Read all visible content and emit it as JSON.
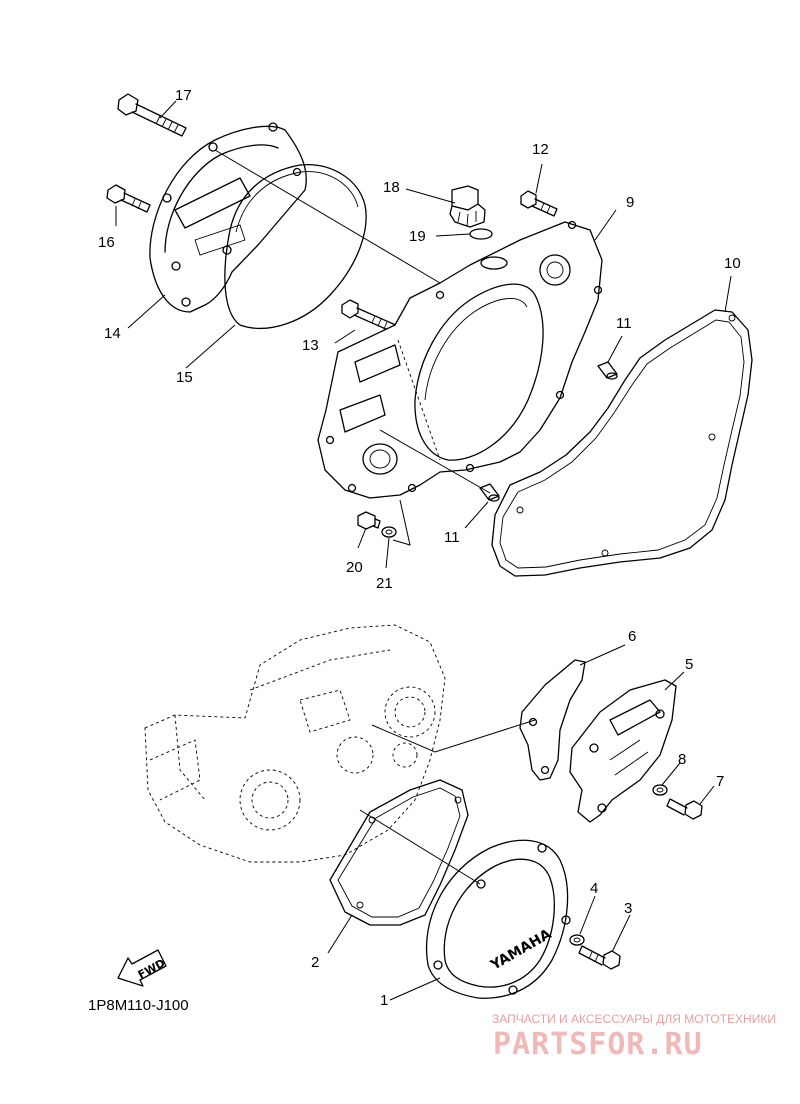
{
  "diagram_code": "1P8M110-J100",
  "brand_text": "YAMAHA",
  "fwd_label": "FWD",
  "watermark": {
    "tagline": "ЗАПЧАСТИ И АКСЕССУАРЫ ДЛЯ МОТОТЕХНИКИ",
    "site": "PARTSFOR.RU",
    "color": "#f2b8b8"
  },
  "callouts": {
    "c1": "1",
    "c2": "2",
    "c3": "3",
    "c4": "4",
    "c5": "5",
    "c6": "6",
    "c7": "7",
    "c8": "8",
    "c9": "9",
    "c10": "10",
    "c11a": "11",
    "c11b": "11",
    "c12": "12",
    "c13": "13",
    "c14": "14",
    "c15": "15",
    "c16": "16",
    "c17": "17",
    "c18": "18",
    "c19": "19",
    "c20": "20",
    "c21": "21"
  }
}
